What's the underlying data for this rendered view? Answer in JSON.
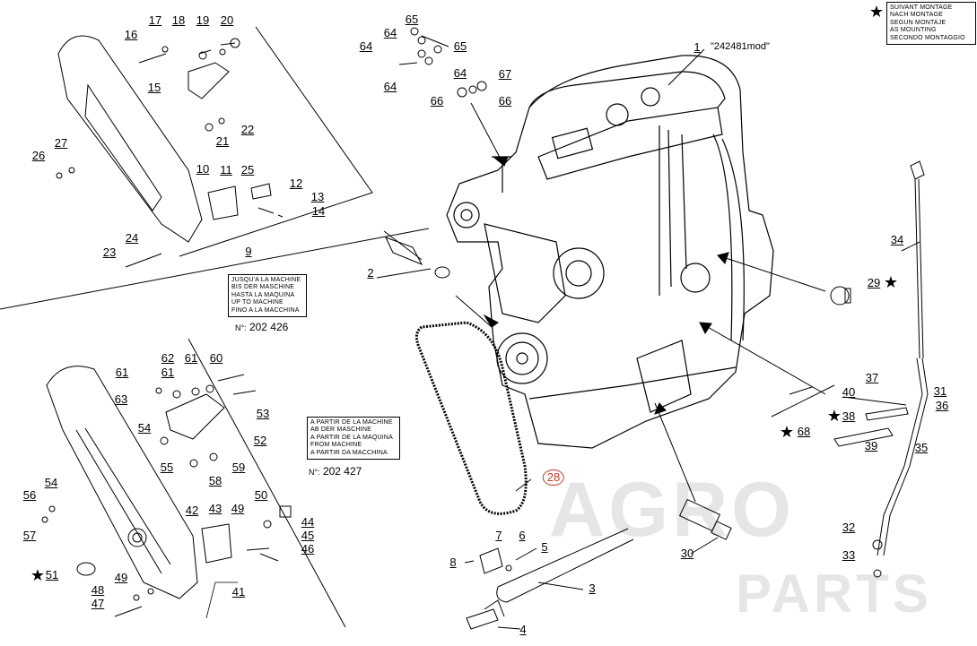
{
  "watermark": {
    "line1": "AGRO",
    "line2": "PARTS"
  },
  "legend": {
    "lines": [
      "SUIVANT MONTAGE",
      "NACH MONTAGE",
      "SEGUN MONTAJE",
      "AS MOUNTING",
      "SECONDO MONTAGGIO"
    ]
  },
  "note_upto": {
    "lines": [
      "JUSQU'A LA MACHINE",
      "BIS DER MASCHINE",
      "HASTA LA MAQUINA",
      "UP TO MACHINE",
      "FINO A LA MACCHINA"
    ],
    "ref_prefix": "N°:",
    "ref_number": "202 426"
  },
  "note_from": {
    "lines": [
      "A PARTIR DE LA MACHINE",
      "AB DER MASCHINE",
      "A PARTIR DE LA MAQUINA",
      "FROM MACHINE",
      "A PARTIR DA MACCHINA"
    ],
    "ref_prefix": "N°:",
    "ref_number": "202 427"
  },
  "engine_label": "\"242481mod\"",
  "callouts": [
    {
      "id": "c1",
      "text": "1"
    },
    {
      "id": "c2",
      "text": "2"
    },
    {
      "id": "c3",
      "text": "3"
    },
    {
      "id": "c4",
      "text": "4"
    },
    {
      "id": "c5",
      "text": "5"
    },
    {
      "id": "c6",
      "text": "6"
    },
    {
      "id": "c7",
      "text": "7"
    },
    {
      "id": "c8",
      "text": "8"
    },
    {
      "id": "c9",
      "text": "9"
    },
    {
      "id": "c10",
      "text": "10"
    },
    {
      "id": "c11",
      "text": "11"
    },
    {
      "id": "c12",
      "text": "12"
    },
    {
      "id": "c13",
      "text": "13"
    },
    {
      "id": "c14",
      "text": "14"
    },
    {
      "id": "c15",
      "text": "15"
    },
    {
      "id": "c16",
      "text": "16"
    },
    {
      "id": "c17",
      "text": "17"
    },
    {
      "id": "c18",
      "text": "18"
    },
    {
      "id": "c19",
      "text": "19"
    },
    {
      "id": "c20",
      "text": "20"
    },
    {
      "id": "c21",
      "text": "21"
    },
    {
      "id": "c22",
      "text": "22"
    },
    {
      "id": "c23",
      "text": "23"
    },
    {
      "id": "c24",
      "text": "24"
    },
    {
      "id": "c25",
      "text": "25"
    },
    {
      "id": "c26",
      "text": "26"
    },
    {
      "id": "c27",
      "text": "27"
    },
    {
      "id": "c28",
      "text": "28"
    },
    {
      "id": "c29",
      "text": "29"
    },
    {
      "id": "c30",
      "text": "30"
    },
    {
      "id": "c31",
      "text": "31"
    },
    {
      "id": "c32",
      "text": "32"
    },
    {
      "id": "c33",
      "text": "33"
    },
    {
      "id": "c34",
      "text": "34"
    },
    {
      "id": "c35",
      "text": "35"
    },
    {
      "id": "c36",
      "text": "36"
    },
    {
      "id": "c37",
      "text": "37"
    },
    {
      "id": "c38",
      "text": "38"
    },
    {
      "id": "c39",
      "text": "39"
    },
    {
      "id": "c40",
      "text": "40"
    },
    {
      "id": "c41",
      "text": "41"
    },
    {
      "id": "c42",
      "text": "42"
    },
    {
      "id": "c43",
      "text": "43"
    },
    {
      "id": "c44",
      "text": "44"
    },
    {
      "id": "c45",
      "text": "45"
    },
    {
      "id": "c46",
      "text": "46"
    },
    {
      "id": "c47",
      "text": "47"
    },
    {
      "id": "c48",
      "text": "48"
    },
    {
      "id": "c49a",
      "text": "49"
    },
    {
      "id": "c49b",
      "text": "49"
    },
    {
      "id": "c50",
      "text": "50"
    },
    {
      "id": "c51",
      "text": "51"
    },
    {
      "id": "c52",
      "text": "52"
    },
    {
      "id": "c53",
      "text": "53"
    },
    {
      "id": "c54a",
      "text": "54"
    },
    {
      "id": "c54b",
      "text": "54"
    },
    {
      "id": "c55",
      "text": "55"
    },
    {
      "id": "c56",
      "text": "56"
    },
    {
      "id": "c57",
      "text": "57"
    },
    {
      "id": "c58",
      "text": "58"
    },
    {
      "id": "c59",
      "text": "59"
    },
    {
      "id": "c60",
      "text": "60"
    },
    {
      "id": "c61a",
      "text": "61"
    },
    {
      "id": "c61b",
      "text": "61"
    },
    {
      "id": "c61c",
      "text": "61"
    },
    {
      "id": "c62",
      "text": "62"
    },
    {
      "id": "c63",
      "text": "63"
    },
    {
      "id": "c64a",
      "text": "64"
    },
    {
      "id": "c64b",
      "text": "64"
    },
    {
      "id": "c64c",
      "text": "64"
    },
    {
      "id": "c64d",
      "text": "64"
    },
    {
      "id": "c65a",
      "text": "65"
    },
    {
      "id": "c65b",
      "text": "65"
    },
    {
      "id": "c66a",
      "text": "66"
    },
    {
      "id": "c66b",
      "text": "66"
    },
    {
      "id": "c67",
      "text": "67"
    },
    {
      "id": "c68",
      "text": "68"
    }
  ],
  "starred": [
    "51",
    "68",
    "38",
    "29"
  ]
}
